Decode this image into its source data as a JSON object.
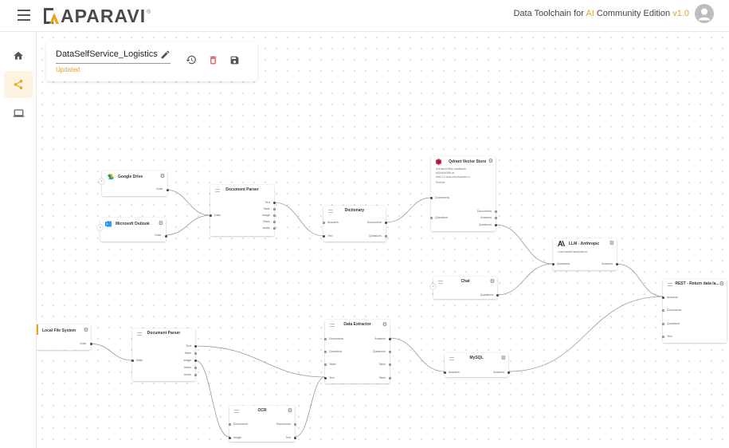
{
  "header": {
    "logo_text": "APARAVI",
    "logo_sup": "®",
    "title_prefix": "Data Toolchain for ",
    "title_ai": "AI",
    "title_middle": " Community Edition ",
    "title_version": "v1.0",
    "accent_color": "#e8a317"
  },
  "sidebar": {
    "items": [
      {
        "icon": "home-icon"
      },
      {
        "icon": "share-icon",
        "active": true
      },
      {
        "icon": "laptop-icon"
      }
    ]
  },
  "pipeline": {
    "name": "DataSelfService_Logistics",
    "status": "Updated"
  },
  "nodes": {
    "google_drive": {
      "title": "Google Drive",
      "outputs": [
        "Data"
      ]
    },
    "outlook": {
      "title": "Microsoft Outlook",
      "outputs": [
        "Data"
      ]
    },
    "doc_parser_1": {
      "title": "Document Parser",
      "inputs": [
        "Data"
      ],
      "outputs": [
        "Text",
        "Table",
        "Image",
        "Video",
        "Audio"
      ]
    },
    "dictionary": {
      "title": "Dictionary",
      "inputs": [
        "Answers",
        "Text"
      ],
      "outputs": [
        "Documents",
        "Questions"
      ]
    },
    "qdrant": {
      "title": "Qdrant Vector Store",
      "desc": [
        "501bbe0f-f89e-4ab8aa4b",
        "b82e46d2f8t.us",
        "east-1-0.aws.cloud.qdrant.io",
        "Redshe"
      ],
      "inputs": [
        "Documents",
        "Questions"
      ],
      "outputs": [
        "Documents",
        "Answers",
        "Questions"
      ]
    },
    "llm": {
      "title": "LLM - Anthropic",
      "desc": [
        "Load default template.txt"
      ],
      "inputs": [
        "Questions"
      ],
      "outputs": [
        "Answers"
      ]
    },
    "chat": {
      "title": "Chat",
      "outputs": [
        "Questions"
      ]
    },
    "rest": {
      "title": "REST - Return data la...",
      "inputs": [
        "Answers",
        "Documents",
        "Questions",
        "Text"
      ]
    },
    "local_fs": {
      "title": "Local File System",
      "outputs": [
        "Data"
      ]
    },
    "doc_parser_2": {
      "title": "Document Parser",
      "inputs": [
        "Data"
      ],
      "outputs": [
        "Text",
        "Table",
        "Image",
        "Video",
        "Audio"
      ]
    },
    "data_extractor": {
      "title": "Data Extractor",
      "inputs": [
        "Documents",
        "Questions",
        "Table",
        "Text"
      ],
      "outputs": [
        "Answers",
        "Questions",
        "Table",
        "Table"
      ]
    },
    "mysql": {
      "title": "MySQL",
      "inputs": [
        "Answers"
      ],
      "outputs": [
        "Answers"
      ]
    },
    "ocr": {
      "title": "OCR",
      "inputs": [
        "Documents",
        "Image"
      ],
      "outputs": [
        "Documents",
        "Text"
      ]
    }
  }
}
